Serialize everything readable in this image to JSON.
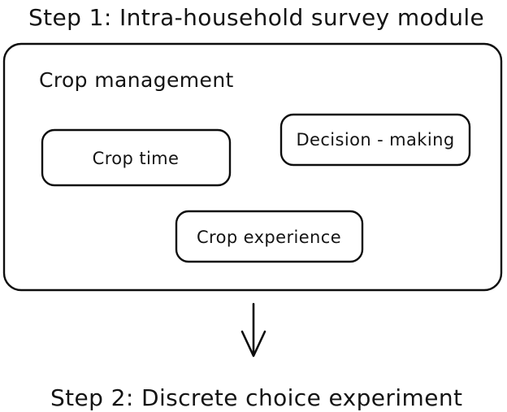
{
  "figure": {
    "title": "Step 1: Intra-household survey module",
    "caption": "Step 2: Discrete choice experiment",
    "section_label": "Crop management",
    "boxes": [
      {
        "label": "Crop time"
      },
      {
        "label": "Decision - making"
      },
      {
        "label": "Crop experience"
      }
    ],
    "arrow": {
      "direction": "down"
    },
    "colors": {
      "stroke": "#0d0d0d",
      "text": "#141414",
      "background": "#ffffff"
    }
  }
}
